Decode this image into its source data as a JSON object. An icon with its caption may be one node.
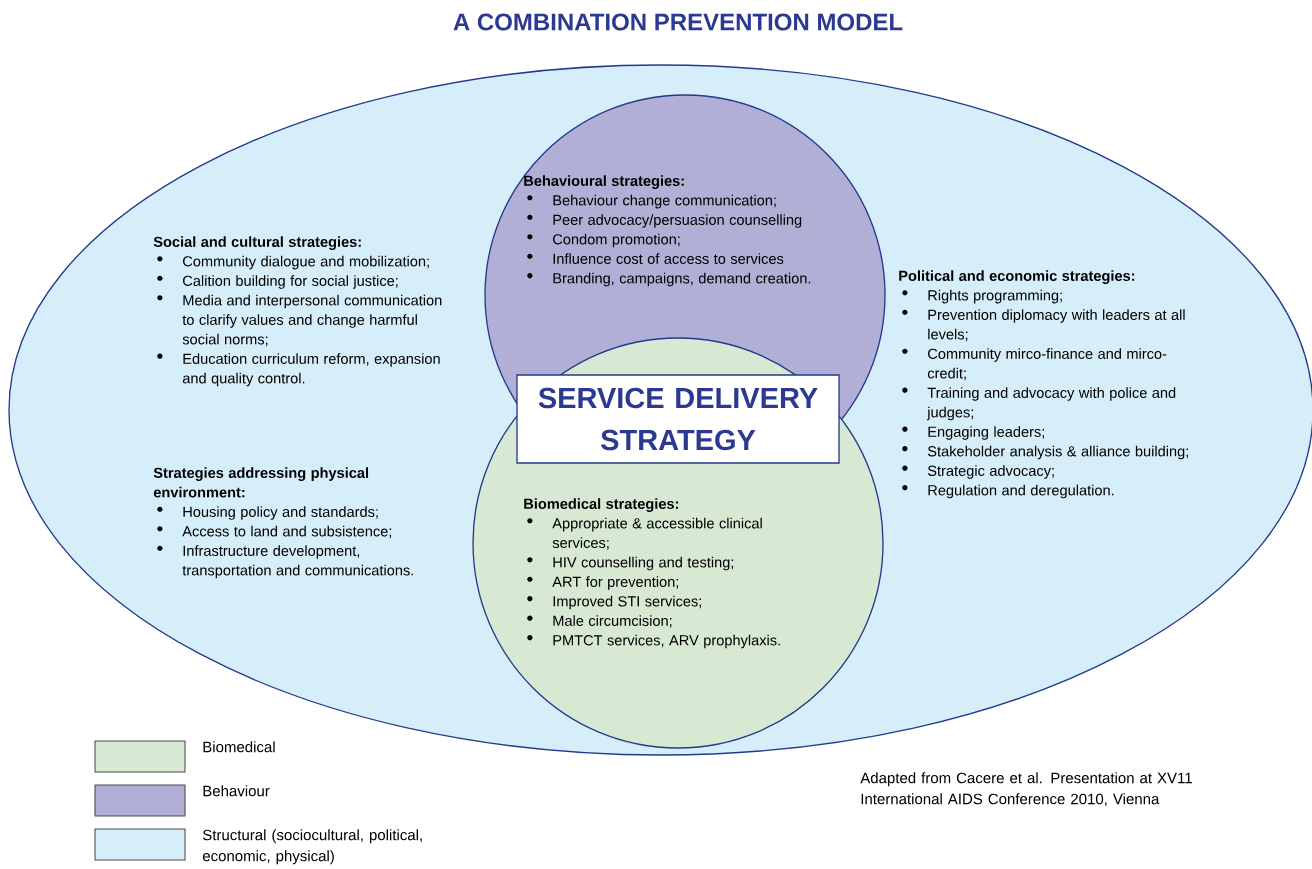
{
  "diagram": {
    "title": "A COMBINATION PREVENTION MODEL",
    "nodes": [
      {
        "text": [
          "Social and cultural strategies:",
          "Community dialogue and mobilization;",
          "Calition building for social justice;",
          "Media and interpersonal communication to clarify values and change harmful social norms;",
          "Education curriculum reform, expansion and quality control.",
          "Strategies addressing physical environment:",
          "Housing policy and standards;",
          "Access to land and subsistence;",
          "Infrastructure development, transportation and communications.",
          "Political and economic strategies:",
          "Rights programming;",
          "Prevention diplomacy with leaders at all levels;",
          "Community mirco-finance and mirco-credit;",
          "Training and advocacy with police and judges;",
          "Engaging leaders;",
          "Stakeholder analysis & alliance building;",
          "Strategic advocacy;",
          "Regulation and deregulation."
        ]
      },
      {
        "text": [
          "Behavioural strategies:",
          "Behaviour change communication;",
          "Peer advocacy/persuasion counselling",
          "Condom promotion;",
          "Influence cost of access to services",
          "Branding, campaigns, demand creation."
        ],
        "in": 0
      },
      {
        "text": [
          "SERVICE DELIVERY STRATEGY"
        ]
      },
      {
        "text": [
          "Biomedical strategies:",
          "Appropriate & accessible clinical services;",
          "HIV counselling and testing;",
          "ART for prevention;",
          "Improved STI services;",
          "Male circumcision;",
          "PMTCT services, ARV prophylaxis."
        ],
        "in": 0
      }
    ],
    "labels": [
      "Adapted from Cacere et al. Presentation at XV11 International AIDS Conference 2010, Vienna"
    ],
    "legend": [
      {
        "text": "Biomedical",
        "color": "#d7e8d3"
      },
      {
        "text": "Behaviour",
        "color": "#b1afd5"
      },
      {
        "text": "Structural (sociocultural, political, economic, physical)",
        "color": "#d6eef9"
      }
    ]
  }
}
